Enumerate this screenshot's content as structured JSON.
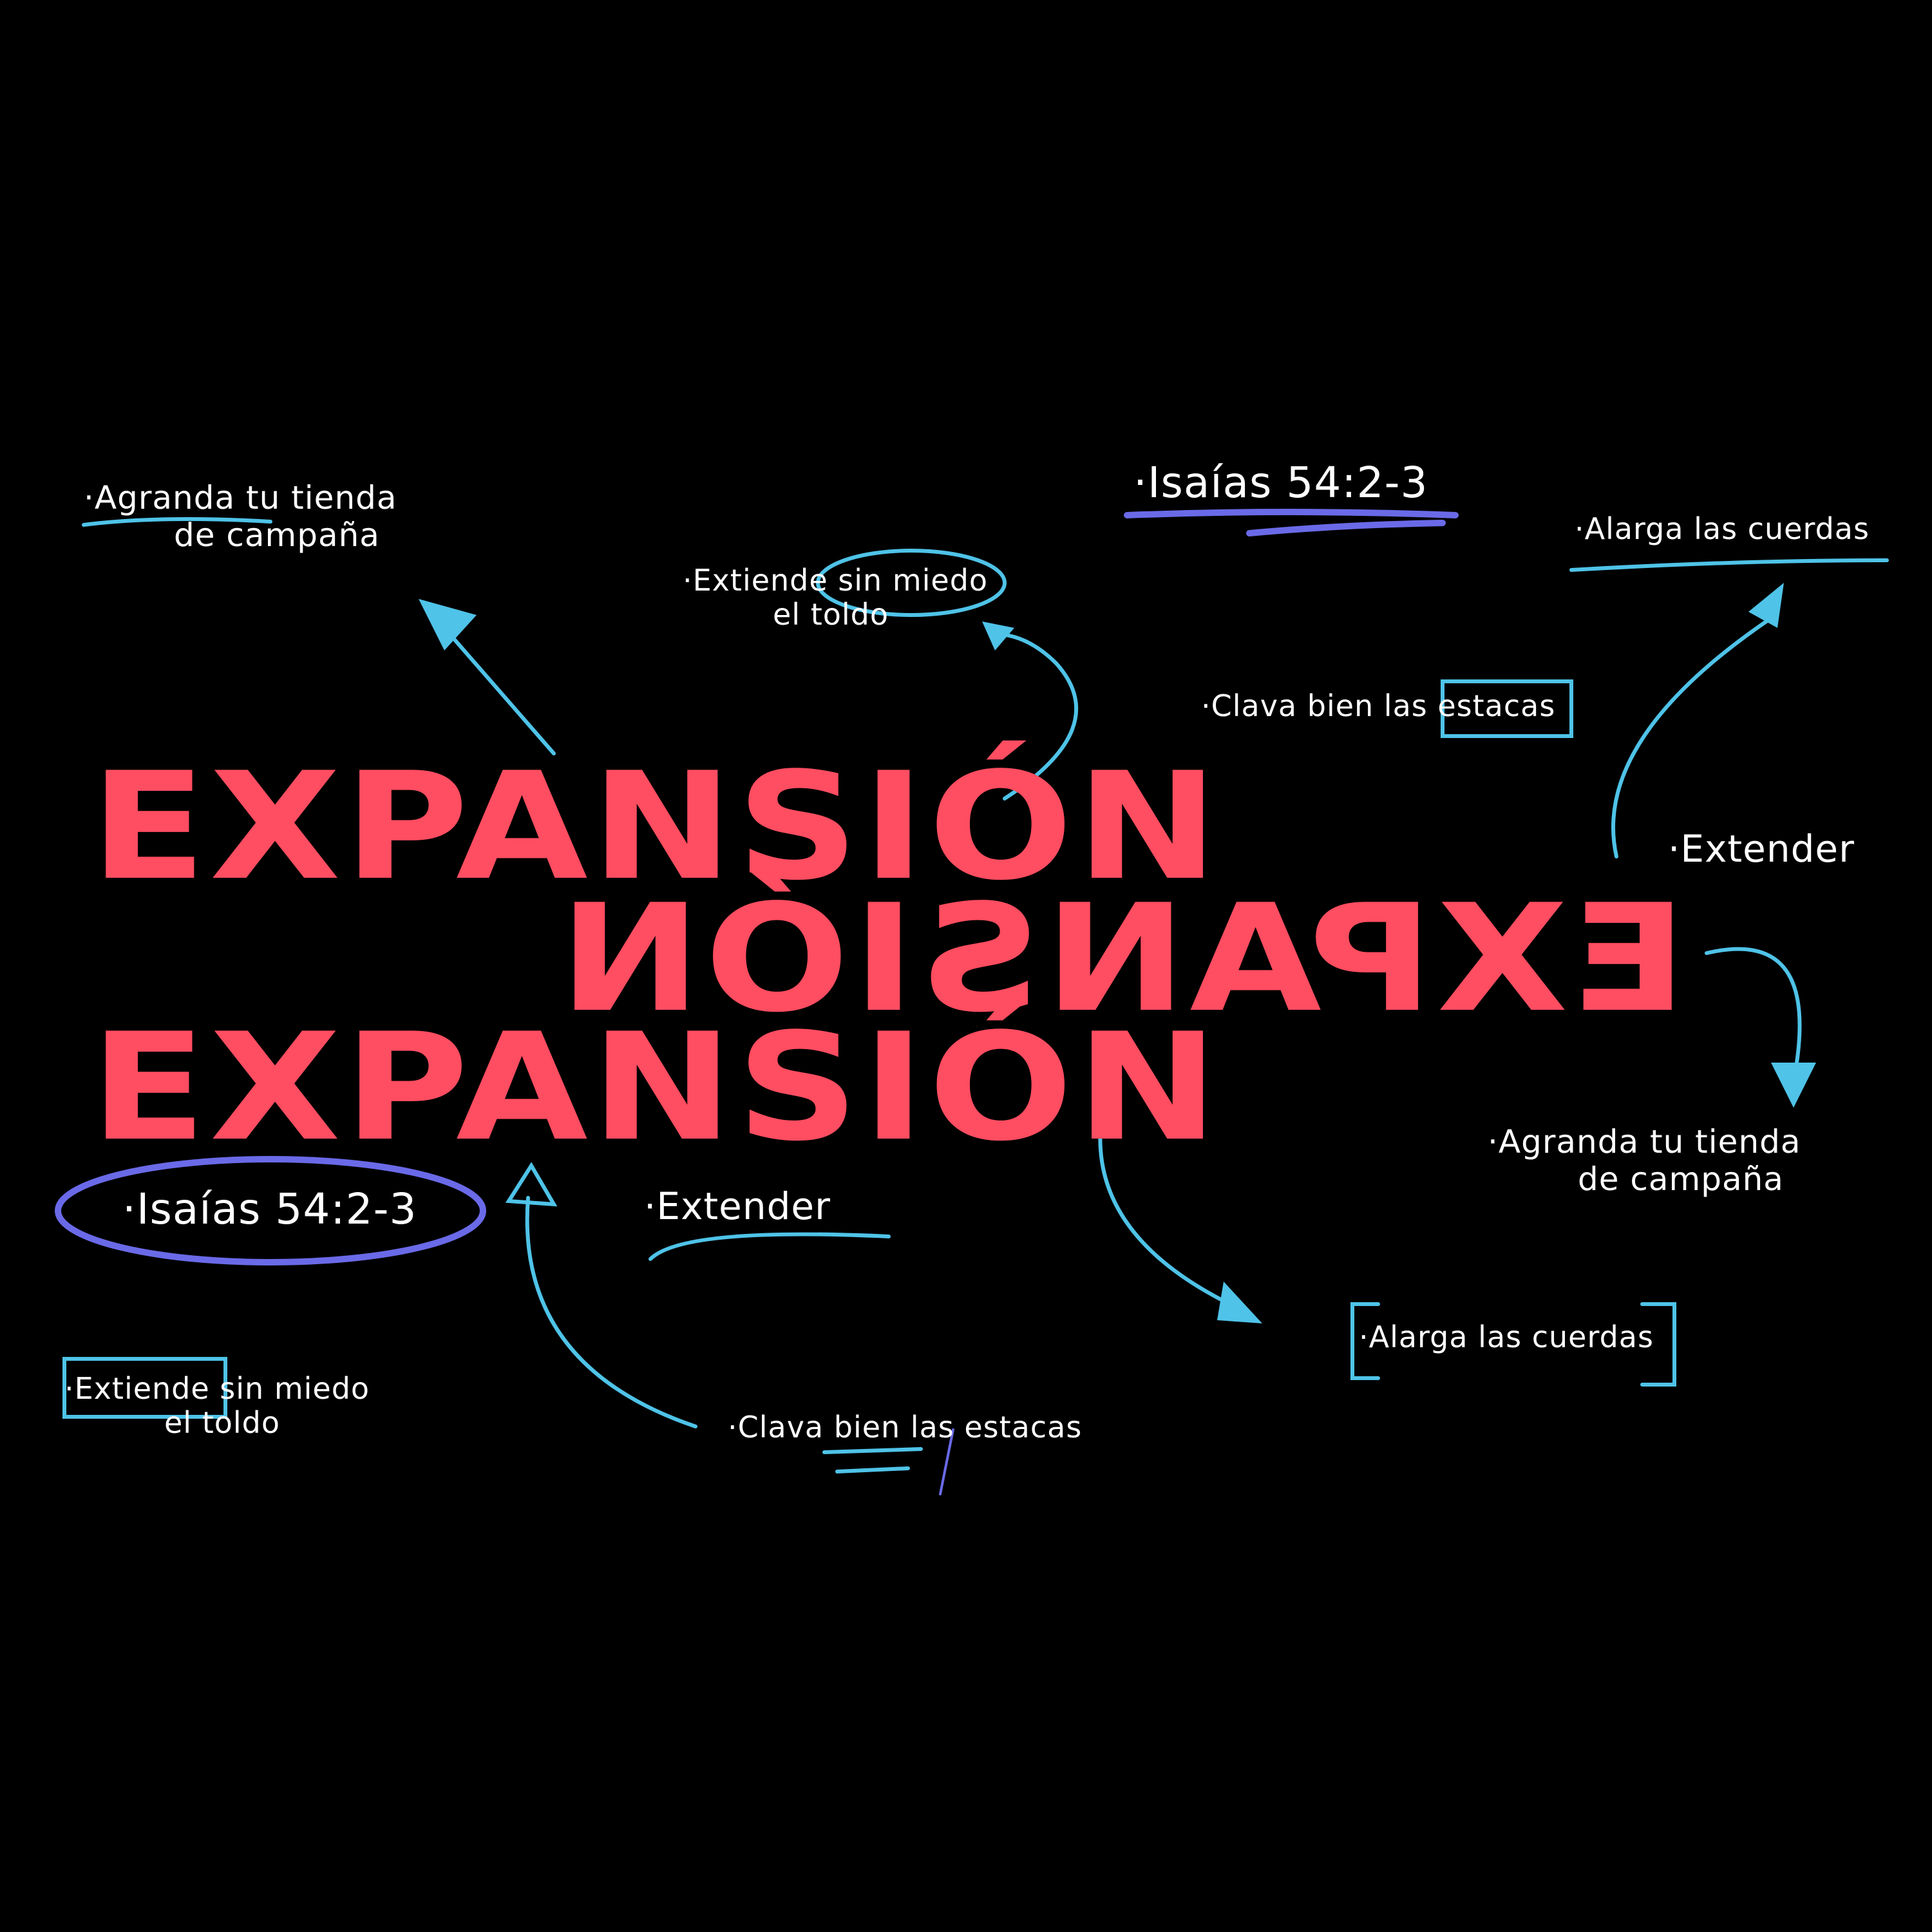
{
  "colors": {
    "background": "#000000",
    "title": "#ff4d61",
    "text": "#ffffff",
    "arrow": "#4fc3e8",
    "accent": "#6a6ae8"
  },
  "title": {
    "line1": "EXPANSIÓN",
    "line2": "EXPANSIÓN",
    "line3": "EXPANSIÓN"
  },
  "notes": {
    "top_left": {
      "line1": "·Agranda tu tienda",
      "line2": "de campaña"
    },
    "top_ref": "·Isaías 54:2-3",
    "top_mid": {
      "line1": "·Extiende sin miedo",
      "line2": "el toldo"
    },
    "mid_right_clava": "·Clava bien las estacas",
    "top_right": "·Alarga las cuerdas",
    "right_extender": "·Extender",
    "right_agranda": {
      "line1": "·Agranda tu tienda",
      "line2": "de campaña"
    },
    "bottom_ref": "·Isaías 54:2-3",
    "bottom_extender": "·Extender",
    "bottom_alarga": "·Alarga las cuerdas",
    "bottom_left_extiende": {
      "line1": "·Extiende sin miedo",
      "line2": "el toldo"
    },
    "bottom_clava": "·Clava bien las estacas"
  }
}
